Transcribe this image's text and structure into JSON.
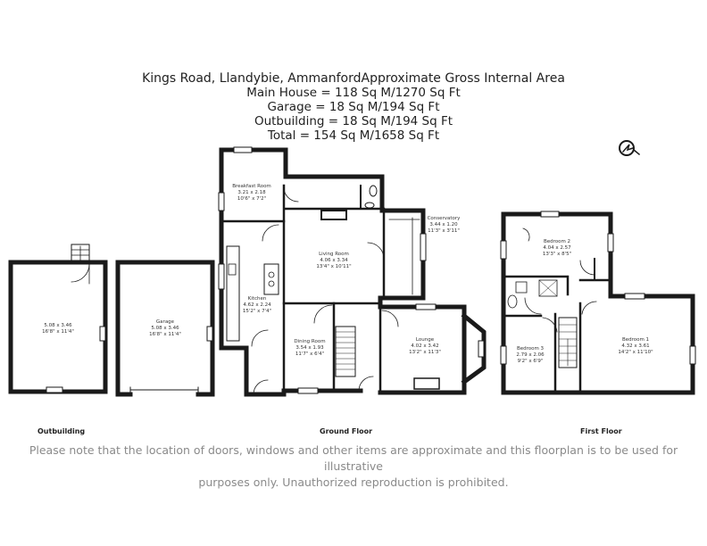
{
  "header": {
    "address": "Kings Road, Llandybie, AmmanfordApproximate Gross Internal Area",
    "main_house": "Main House = 118 Sq M/1270 Sq Ft",
    "garage": "Garage = 18 Sq M/194 Sq Ft",
    "outbuilding": "Outbuilding = 18 Sq M/194 Sq Ft",
    "total": "Total = 154 Sq M/1658 Sq Ft"
  },
  "rooms": {
    "outbuilding_room": {
      "name": "",
      "size_m": "5.08 x 3.46",
      "size_ft": "16'8\" x 11'4\""
    },
    "garage": {
      "name": "Garage",
      "size_m": "5.08 x 3.46",
      "size_ft": "16'8\" x 11'4\""
    },
    "breakfast_room": {
      "name": "Breakfast Room",
      "size_m": "3.21 x 2.18",
      "size_ft": "10'6\" x 7'2\""
    },
    "kitchen": {
      "name": "Kitchen",
      "size_m": "4.62 x 2.24",
      "size_ft": "15'2\" x 7'4\""
    },
    "living_room": {
      "name": "Living Room",
      "size_m": "4.06 x 3.34",
      "size_ft": "13'4\" x 10'11\""
    },
    "conservatory": {
      "name": "Conservatory",
      "size_m": "3.44 x 1.20",
      "size_ft": "11'3\" x 3'11\""
    },
    "dining_room": {
      "name": "Dining Room",
      "size_m": "3.54 x 1.93",
      "size_ft": "11'7\" x 6'4\""
    },
    "lounge": {
      "name": "Lounge",
      "size_m": "4.02 x 3.42",
      "size_ft": "13'2\" x 11'3\""
    },
    "bedroom_2": {
      "name": "Bedroom 2",
      "size_m": "4.04 x 2.57",
      "size_ft": "13'3\" x 8'5\""
    },
    "bedroom_3": {
      "name": "Bedroom 3",
      "size_m": "2.79 x 2.06",
      "size_ft": "9'2\" x 6'9\""
    },
    "bedroom_1": {
      "name": "Bedroom 1",
      "size_m": "4.32 x 3.61",
      "size_ft": "14'2\" x 11'10\""
    }
  },
  "sections": {
    "outbuilding": "Outbuilding",
    "ground_floor": "Ground Floor",
    "first_floor": "First Floor"
  },
  "disclaimer": {
    "line1": "Please note that the location of doors, windows and other items are approximate and this floorplan is to be used for illustrative",
    "line2": "purposes only. Unauthorized reproduction is prohibited."
  }
}
